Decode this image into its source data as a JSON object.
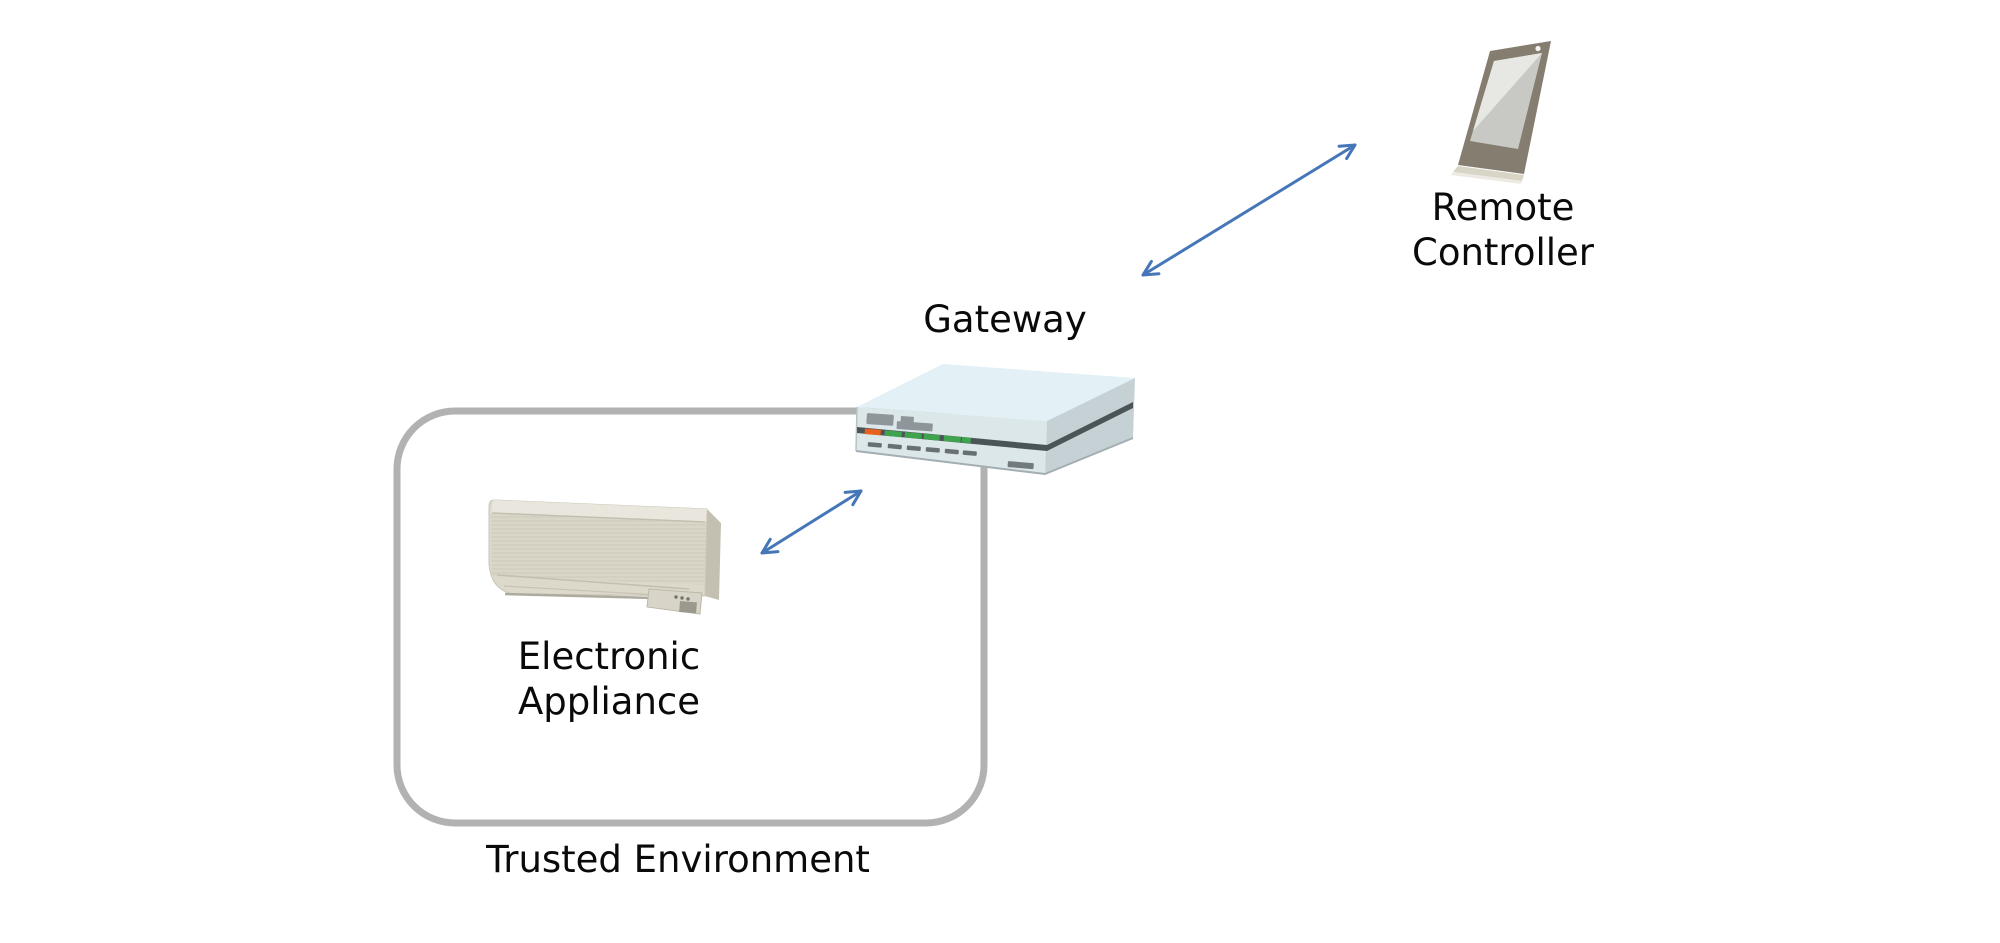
{
  "diagram": {
    "background": "#ffffff",
    "nodes": {
      "remote_controller": {
        "label_line1": "Remote",
        "label_line2": "Controller",
        "icon": "smartphone-icon"
      },
      "gateway": {
        "label": "Gateway",
        "icon": "router-icon"
      },
      "electronic_appliance": {
        "label_line1": "Electronic",
        "label_line2": "Appliance",
        "icon": "air-conditioner-icon"
      }
    },
    "zone": {
      "label": "Trusted Environment",
      "border_color": "#b2b2b2",
      "contains": [
        "electronic_appliance"
      ]
    },
    "edges": [
      {
        "from": "Electronic Appliance",
        "to": "Gateway",
        "style": "double-headed-arrow",
        "color": "#4577b8"
      },
      {
        "from": "Gateway",
        "to": "Remote Controller",
        "style": "double-headed-arrow",
        "color": "#4577b8"
      }
    ],
    "palette": {
      "arrow_blue": "#4577b8",
      "zone_border_gray": "#b2b2b2",
      "text_color": "#0a0a0a",
      "gateway_top": "#e3f0f6",
      "gateway_front": "#dce7e9",
      "gateway_side": "#c6d1d6",
      "gateway_stripe": "#4b5456",
      "led_orange": "#e8611c",
      "led_green": "#3fa44e",
      "appliance_body": "#dcd9cb",
      "appliance_side": "#c3c0b1",
      "phone_body": "#857e70",
      "phone_screen": "#c8c9c4"
    }
  }
}
